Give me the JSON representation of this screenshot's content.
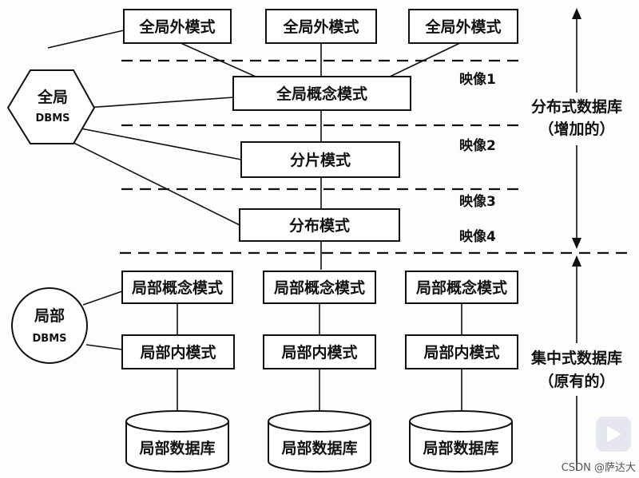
{
  "external_schemas": [
    "全局外模式",
    "全局外模式",
    "全局外模式"
  ],
  "global_conceptual_schema": "全局概念模式",
  "fragment_schema": "分片模式",
  "distribution_schema": "分布模式",
  "mappings": [
    "映像1",
    "映像2",
    "映像3",
    "映像4"
  ],
  "global_dbms": {
    "line1": "全局",
    "line2": "DBMS"
  },
  "local_dbms": {
    "line1": "局部",
    "line2": "DBMS"
  },
  "local_conceptual_schemas": [
    "局部概念模式",
    "局部概念模式",
    "局部概念模式"
  ],
  "local_internal_schemas": [
    "局部内模式",
    "局部内模式",
    "局部内模式"
  ],
  "local_databases": [
    "局部数据库",
    "局部数据库",
    "局部数据库"
  ],
  "distributed_label": {
    "line1": "分布式数据库",
    "line2": "（增加的）"
  },
  "centralized_label": {
    "line1": "集中式数据库",
    "line2": "（原有的）"
  },
  "watermark": "CSDN @萨达大"
}
